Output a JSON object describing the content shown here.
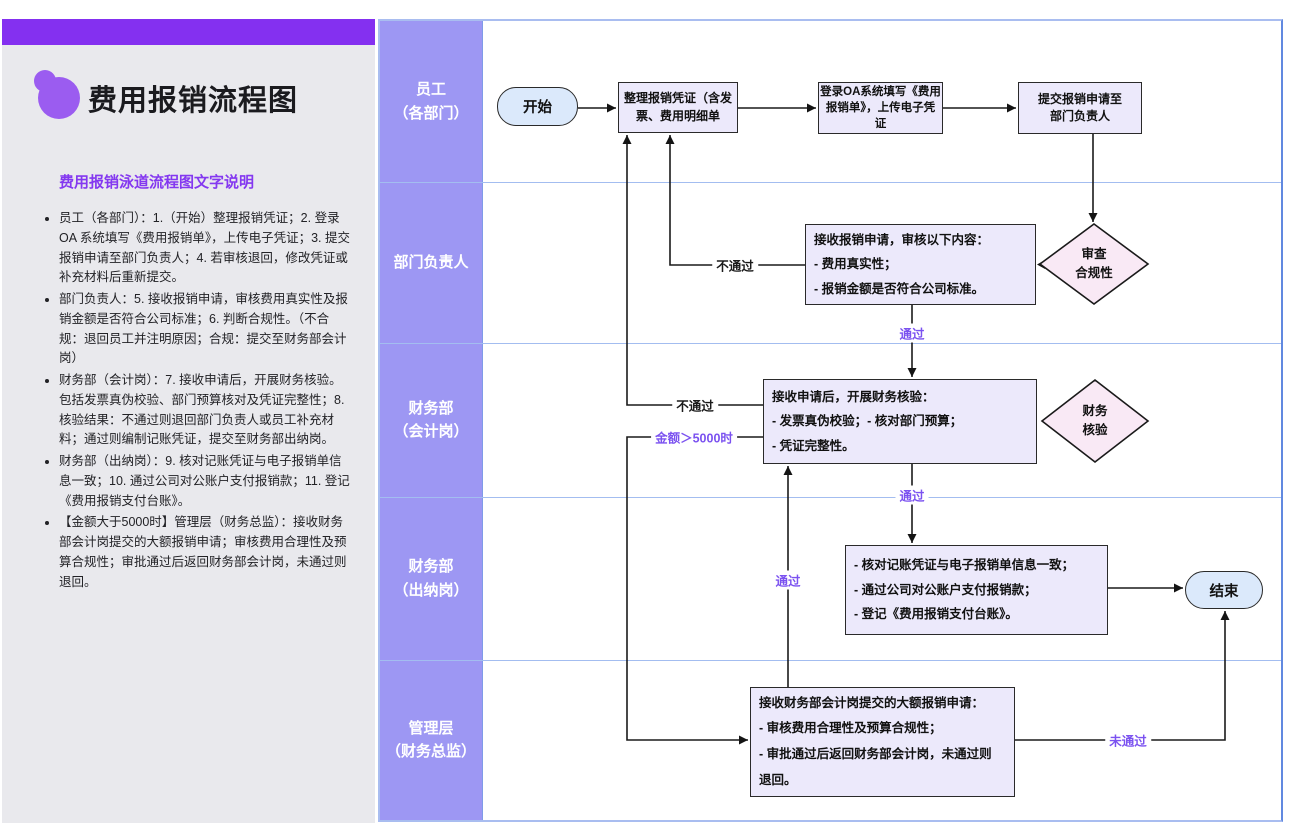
{
  "sidebar": {
    "title": "费用报销流程图",
    "subtitle": "费用报销泳道流程图文字说明",
    "bullets": [
      "员工（各部门）：1.（开始）整理报销凭证；2. 登录OA 系统填写《费用报销单》，上传电子凭证；3. 提交报销申请至部门负责人；4. 若审核退回，修改凭证或补充材料后重新提交。",
      "部门负责人：5. 接收报销申请，审核费用真实性及报销金额是否符合公司标准；6. 判断合规性。（不合规：退回员工并注明原因；合规：提交至财务部会计岗）",
      "财务部（会计岗）：7. 接收申请后，开展财务核验。包括发票真伪校验、部门预算核对及凭证完整性；8. 核验结果：不通过则退回部门负责人或员工补充材料；通过则编制记账凭证，提交至财务部出纳岗。",
      "财务部（出纳岗）：9. 核对记账凭证与电子报销单信息一致；10. 通过公司对公账户支付报销款；11. 登记《费用报销支付台账》。",
      "【金额大于5000时】管理层（财务总监）：接收财务部会计岗提交的大额报销申请；审核费用合理性及预算合规性；审批通过后返回财务部会计岗，未通过则退回。"
    ]
  },
  "lanes": [
    {
      "lines": [
        "员工",
        "（各部门）"
      ]
    },
    {
      "lines": [
        "部门负责人"
      ]
    },
    {
      "lines": [
        "财务部",
        "（会计岗）"
      ]
    },
    {
      "lines": [
        "财务部",
        "（出纳岗）"
      ]
    },
    {
      "lines": [
        "管理层",
        "（财务总监）"
      ]
    }
  ],
  "nodes": {
    "start": {
      "label": "开始"
    },
    "collect": {
      "lines": [
        "整理报销凭证（含发",
        "票、费用明细单"
      ]
    },
    "fill_oa": {
      "lines": [
        "登录OA系统填写《费用",
        "报销单》，上传电子凭",
        "证"
      ]
    },
    "submit": {
      "lines": [
        "提交报销申请至",
        "部门负责人"
      ]
    },
    "compliance_diamond": {
      "lines": [
        "审查",
        "合规性"
      ]
    },
    "dept_review": {
      "lines": [
        "接收报销申请，审核以下内容：",
        "- 费用真实性；",
        "- 报销金额是否符合公司标准。"
      ]
    },
    "finance_verify": {
      "lines": [
        "接收申请后，开展财务核验：",
        "- 发票真伪校验；- 核对部门预算；",
        "- 凭证完整性。"
      ]
    },
    "fincheck_diamond": {
      "lines": [
        "财务",
        "核验"
      ]
    },
    "cashier": {
      "lines": [
        "- 核对记账凭证与电子报销单信息一致；",
        "- 通过公司对公账户支付报销款；",
        "- 登记《费用报销支付台账》。"
      ]
    },
    "management": {
      "lines": [
        "接收财务部会计岗提交的大额报销申请：",
        "- 审核费用合理性及预算合规性；",
        "- 审批通过后返回财务部会计岗，未通过则",
        "退回。"
      ]
    },
    "end": {
      "label": "结束"
    }
  },
  "edge_labels": {
    "fail_dept": "不通过",
    "pass_dept": "通过",
    "fail_finance": "不通过",
    "amount_over": "金额＞5000时",
    "pass_finance": "通过",
    "pass_management": "通过",
    "not_pass": "未通过"
  },
  "colors": {
    "accent_bar": "#8430f0",
    "logo_blob": "#9b5cf0",
    "subtitle_purple": "#8438f0",
    "lane_column": "#9d97f3",
    "lane_divider": "#a3bdf0",
    "process_fill": "#ece9fb",
    "terminal_fill": "#dbe9fb",
    "decision_fill": "#f9e9f5",
    "edge_label_purple": "#7b52f0",
    "sidebar_bg": "#e9e9ed"
  }
}
